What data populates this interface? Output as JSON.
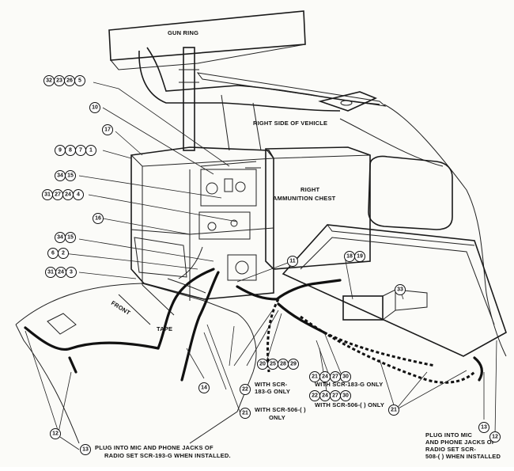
{
  "labels": {
    "gun_ring": "GUN RING",
    "right_side": "RIGHT SIDE OF VEHICLE",
    "ammo_chest_1": "RIGHT",
    "ammo_chest_2": "AMMUNITION CHEST",
    "front": "FRONT",
    "tape": "TAPE",
    "with_scr183_1": "WITH SCR-",
    "with_scr183_2": "183-G ONLY",
    "with_scr506_1": "WITH SCR-506-( )",
    "with_scr506_2": "ONLY",
    "with_scr183_b": "WITH SCR-183-G ONLY",
    "with_scr506_b": "WITH SCR-506-( ) ONLY",
    "plug_left_1": "PLUG INTO MIC AND PHONE JACKS OF",
    "plug_left_2": "RADIO SET SCR-193-G WHEN INSTALLED.",
    "plug_right_1": "PLUG INTO MIC",
    "plug_right_2": "AND PHONE JACKS OF",
    "plug_right_3": "RADIO SET SCR-",
    "plug_right_4": "508-( ) WHEN INSTALLED"
  },
  "callouts": {
    "c32": "32",
    "c23": "23",
    "c26": "26",
    "c5": "5",
    "c10": "10",
    "c17": "17",
    "c9": "9",
    "c8": "8",
    "c7": "7",
    "c1": "1",
    "c34a": "34",
    "c15a": "15",
    "c31a": "31",
    "c27a": "27",
    "c24a": "24",
    "c4": "4",
    "c16": "16",
    "c34b": "34",
    "c15b": "15",
    "c6": "6",
    "c2": "2",
    "c31b": "31",
    "c24b": "24",
    "c3": "3",
    "c11": "11",
    "c18": "18",
    "c19": "19",
    "c33": "33",
    "c20": "20",
    "c25": "25",
    "c28": "28",
    "c29": "29",
    "c21a": "21",
    "c24c": "24",
    "c27b": "27",
    "c30a": "30",
    "c22a": "22",
    "c24d": "24",
    "c27c": "27",
    "c30b": "30",
    "c14": "14",
    "c22b": "22",
    "c21b": "21",
    "c21c": "21",
    "c12a": "12",
    "c13a": "13",
    "c13b": "13",
    "c12b": "12"
  }
}
